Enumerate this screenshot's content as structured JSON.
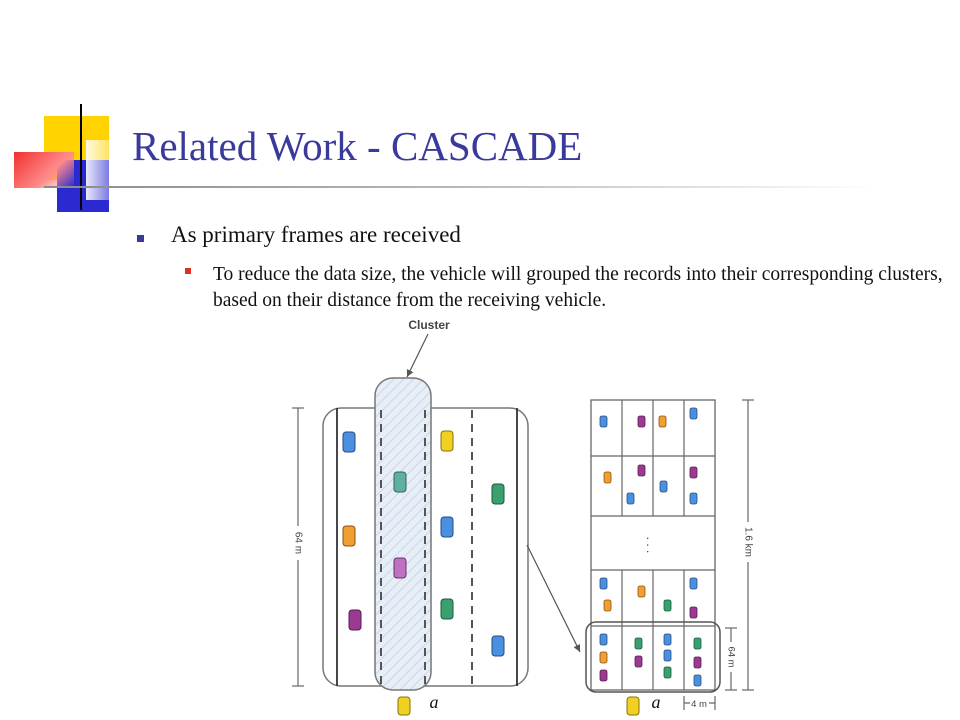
{
  "slide": {
    "title": "Related Work - CASCADE",
    "bullet_1": "As primary frames are received",
    "sub_bullet_1": "To reduce the data size, the vehicle will grouped the records into their corresponding clusters, based on their distance from the receiving vehicle."
  },
  "figure": {
    "cluster_label": "Cluster",
    "road_length_label": "64 m",
    "segment_length_label": "1.6 km",
    "cluster_length_label": "64 m",
    "cluster_width_label": "4 m",
    "ellipsis": ". . .",
    "marker_left": "a",
    "marker_right": "a"
  },
  "colors": {
    "title": "#3a3a9c",
    "bullet_main": "#3a3a9c",
    "bullet_sub": "#e0301e",
    "deco_yellow": "#ffd200",
    "deco_blue": "#2a2ad0",
    "deco_red": "#f03030",
    "car_blue": "#4a90e0",
    "car_orange": "#f0a030",
    "car_green": "#3aa070",
    "car_purple": "#9a3a90",
    "car_yellow": "#f0d020",
    "car_teal": "#60b0a0",
    "car_violet": "#c070c0"
  }
}
